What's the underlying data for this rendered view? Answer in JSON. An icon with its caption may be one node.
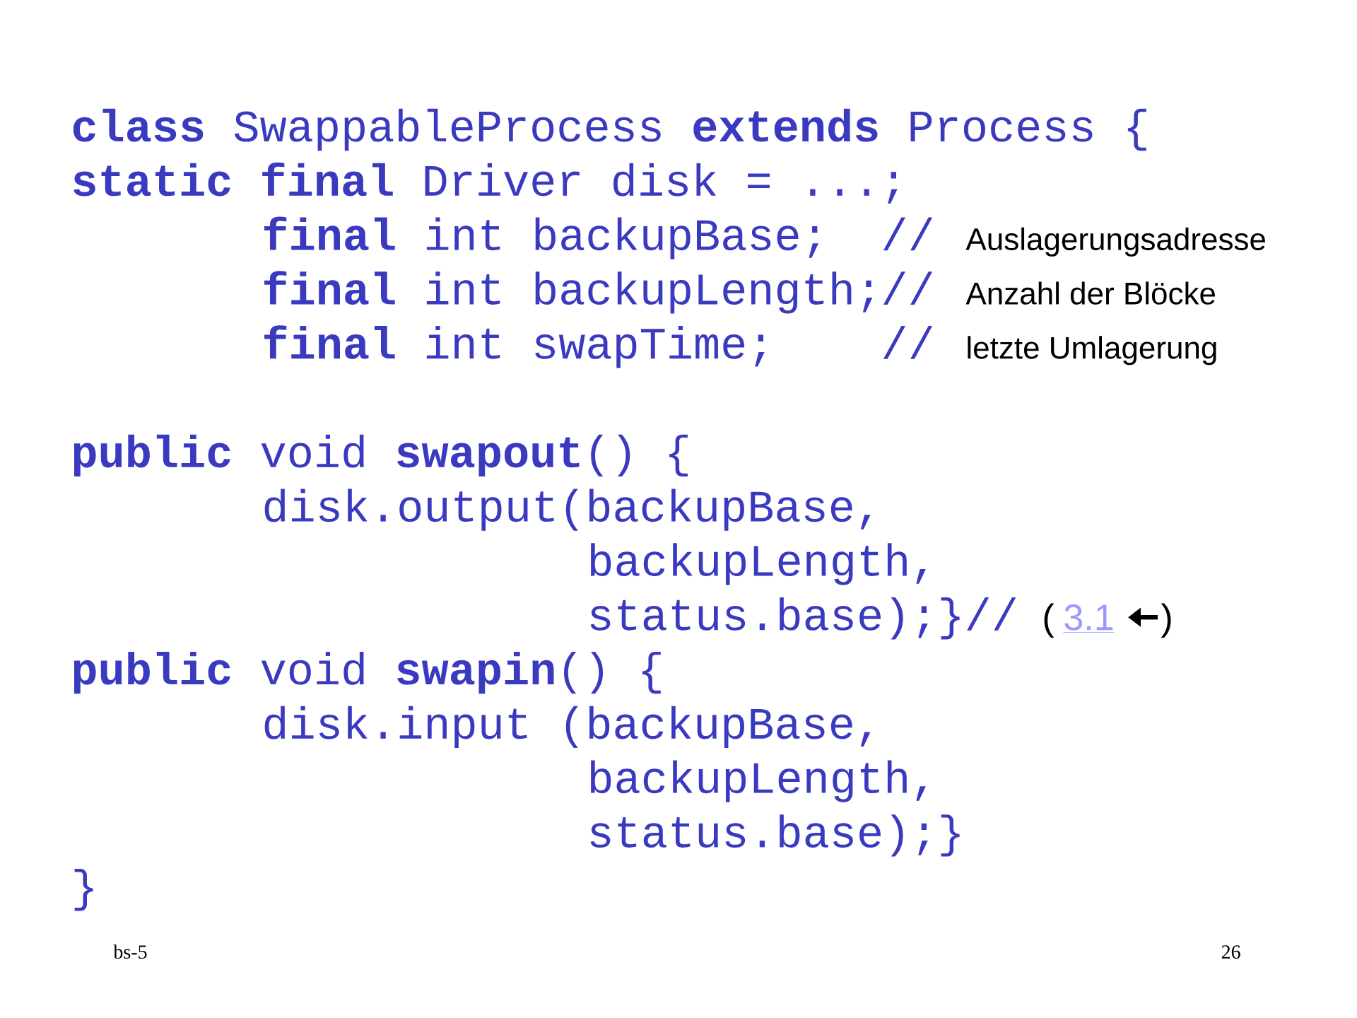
{
  "diagram": {
    "labels": [
      "**class** SwappableProcess **extends** Process {",
      "**static final** Driver disk = ...;",
      "**final** int backupBase;",
      "//",
      "Auslagerungsadresse",
      "**final** int backupLength;",
      "//",
      "Anzahl der Blöcke",
      "**final** int swapTime;",
      "//",
      "letzte Umlagerung",
      "**public** void **swapout**() {",
      "disk.output(backupBase,",
      "backupLength,",
      "status.base);}//",
      "(",
      "3.1",
      ")",
      "**public** void **swapin**() {",
      "disk.input (backupBase,",
      "backupLength,",
      "status.base);}",
      "}",
      "bs-5",
      "26"
    ]
  }
}
